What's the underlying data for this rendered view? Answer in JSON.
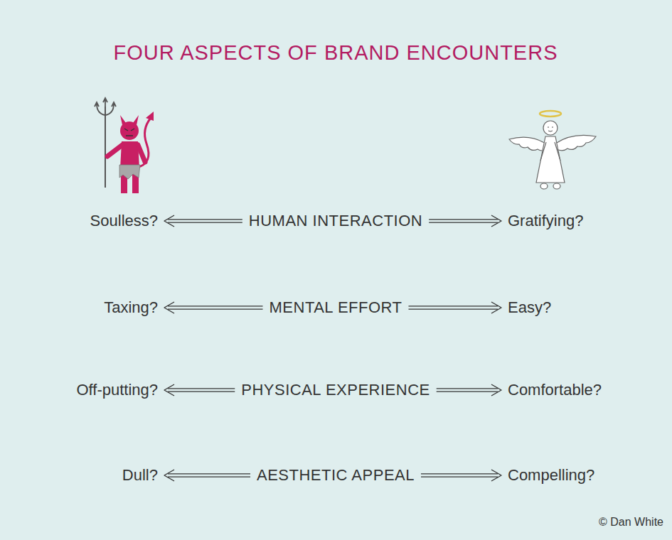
{
  "diagram": {
    "title": "FOUR ASPECTS OF BRAND ENCOUNTERS",
    "labels": [
      "Soulless?",
      "HUMAN INTERACTION",
      "Gratifying?",
      "Taxing?",
      "MENTAL EFFORT",
      "Easy?",
      "Off-putting?",
      "PHYSICAL EXPERIENCE",
      "Comfortable?",
      "Dull?",
      "AESTHETIC APPEAL",
      "Compelling?",
      "© Dan White"
    ]
  }
}
